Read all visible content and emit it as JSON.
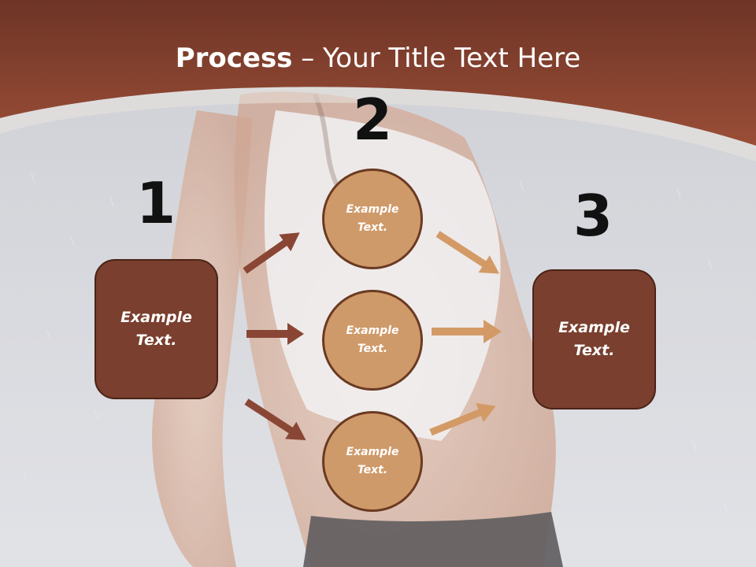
{
  "title": {
    "bold": "Process",
    "rest": " – Your Title Text Here"
  },
  "steps": {
    "one": "1",
    "two": "2",
    "three": "3"
  },
  "left_box": {
    "text": "Example\nText."
  },
  "right_box": {
    "text": "Example\nText."
  },
  "circles": [
    {
      "text": "Example\nText."
    },
    {
      "text": "Example\nText."
    },
    {
      "text": "Example\nText."
    }
  ],
  "colors": {
    "header": "#8e4330",
    "box": "#7a3f2e",
    "circle": "#cf9a69",
    "arrow_dark": "#8a4634",
    "arrow_light": "#d39a66"
  }
}
